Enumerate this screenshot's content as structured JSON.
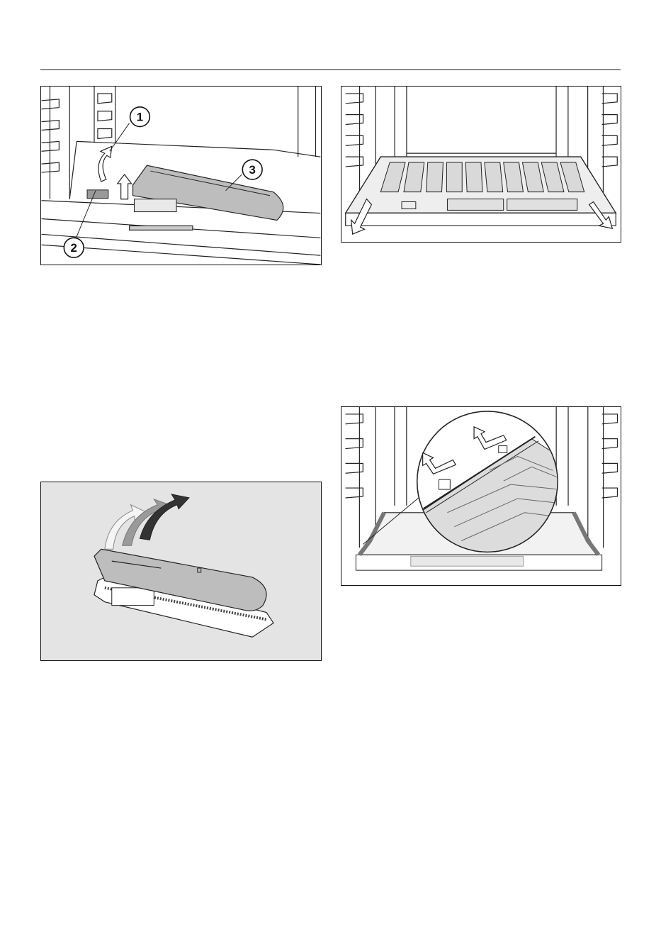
{
  "figures": [
    {
      "id": "fig1",
      "callouts": [
        "1",
        "2",
        "3"
      ]
    },
    {
      "id": "fig2",
      "callouts": []
    },
    {
      "id": "fig3",
      "callouts": []
    },
    {
      "id": "fig4",
      "callouts": []
    }
  ],
  "colors": {
    "rule": "#111111",
    "part_grey": "#bdbdbd",
    "panel_grey": "#e4e4e4",
    "line": "#222222"
  }
}
